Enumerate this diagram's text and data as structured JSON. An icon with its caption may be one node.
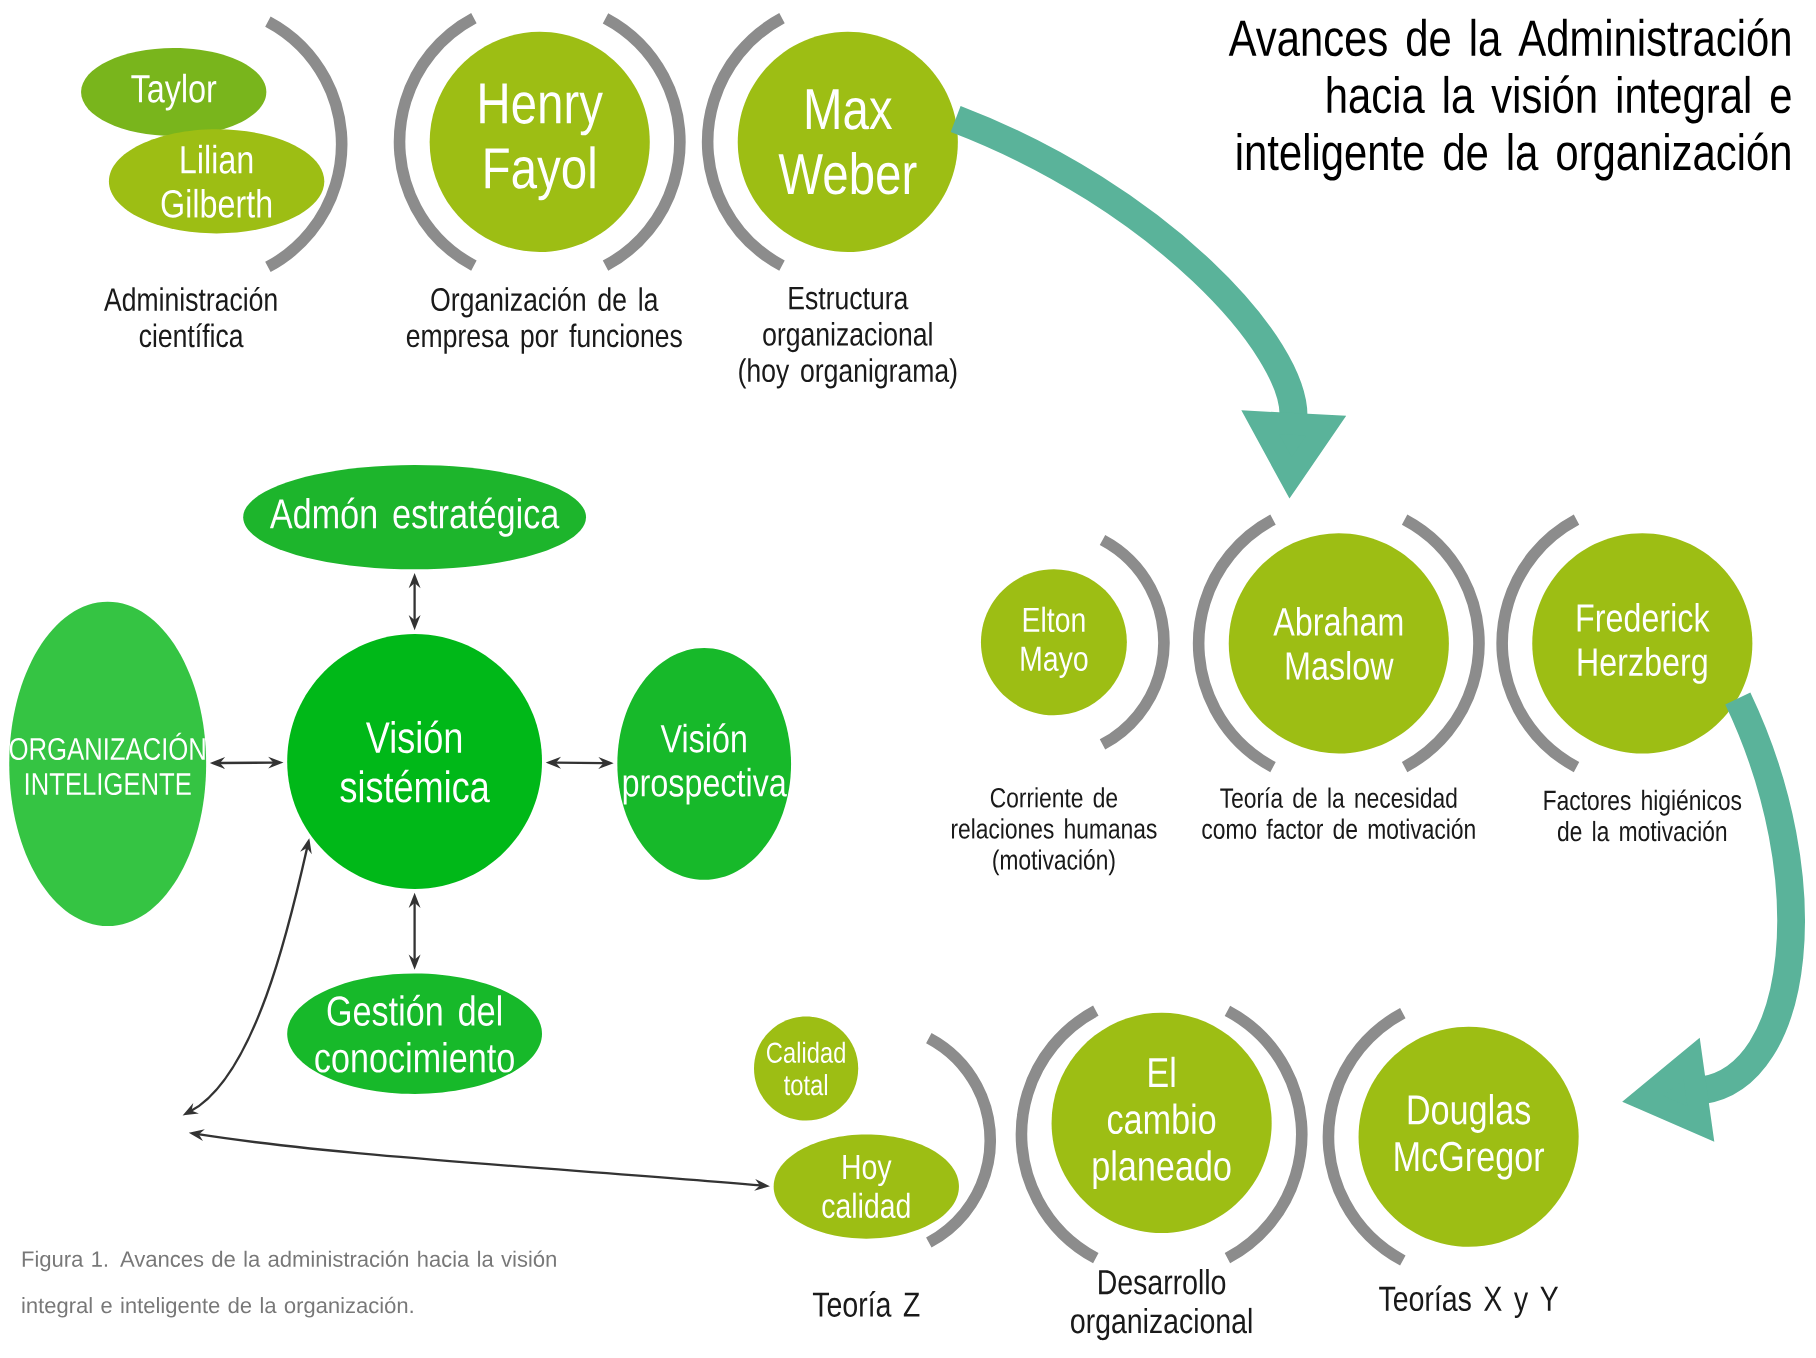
{
  "diagram": {
    "title": "Avances de la Administración hacia la visión integral e inteligente de la organización",
    "caption": "Figura 1. Avances de la administración hacia la visión integral e inteligente de la organización.",
    "nodes": [
      {
        "text": [
          "Taylor"
        ]
      },
      {
        "text": [
          "Lilian Gilberth"
        ]
      },
      {
        "text": [
          "Henry Fayol"
        ],
        "beside": [
          "Organización de la empresa por funciones"
        ]
      },
      {
        "text": [
          "Max Weber"
        ],
        "beside": [
          "Estructura organizacional (hoy organigrama)"
        ]
      },
      {
        "text": [
          "Elton Mayo"
        ],
        "beside": [
          "Corriente de relaciones humanas (motivación)"
        ]
      },
      {
        "text": [
          "Abraham Maslow"
        ],
        "beside": [
          "Teoría de la necesidad como factor de motivación"
        ]
      },
      {
        "text": [
          "Frederick Herzberg"
        ],
        "beside": [
          "Factores higiénicos de la motivación"
        ]
      },
      {
        "text": [
          "Calidad total"
        ]
      },
      {
        "text": [
          "Hoy calidad"
        ]
      },
      {
        "text": [
          "El cambio planeado"
        ],
        "beside": [
          "Desarrollo organizacional"
        ]
      },
      {
        "text": [
          "Douglas McGregor"
        ],
        "beside": [
          "Teorías X y Y"
        ]
      },
      {
        "text": [
          "Admón estratégica"
        ]
      },
      {
        "text": [
          "ORGANIZACIÓN INTELIGENTE"
        ]
      },
      {
        "text": [
          "Visión sistémica"
        ]
      },
      {
        "text": [
          "Visión prospectiva"
        ]
      },
      {
        "text": [
          "Gestión del conocimiento"
        ]
      }
    ],
    "edges": [
      {
        "from": 3,
        "to": 5,
        "arrow": "to",
        "style": "thick",
        "color": "#5ab39a"
      },
      {
        "from": 6,
        "to": 10,
        "arrow": "to",
        "style": "thick",
        "color": "#5ab39a"
      },
      {
        "from": 13,
        "to": 11,
        "arrow": "both"
      },
      {
        "from": 13,
        "to": 12,
        "arrow": "both"
      },
      {
        "from": 13,
        "to": 14,
        "arrow": "both"
      },
      {
        "from": 13,
        "to": 15,
        "arrow": "both"
      },
      {
        "from": 13,
        "to": null,
        "arrow": "both"
      },
      {
        "from": null,
        "to": 8,
        "arrow": "both"
      }
    ],
    "labels": [
      "Administración científica",
      "Teoría Z"
    ]
  }
}
